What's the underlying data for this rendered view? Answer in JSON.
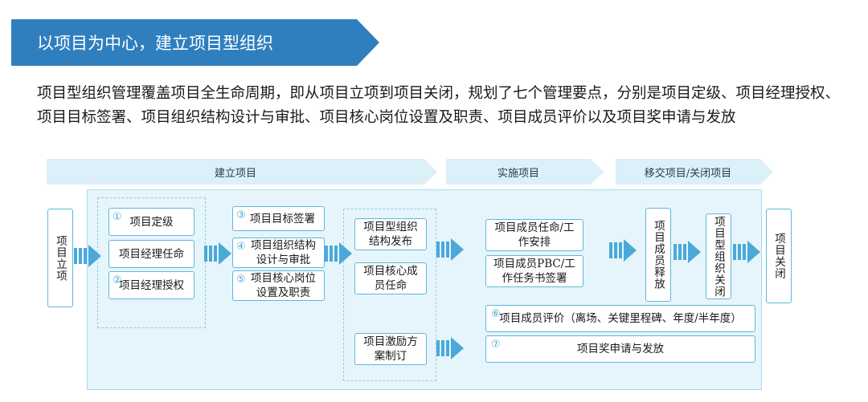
{
  "header": {
    "title": "以项目为中心，建立项目型组织",
    "colors": {
      "banner": "#2f7fbf",
      "accent": "#4aa9d8",
      "panel": "#e6f5fb"
    }
  },
  "intro": {
    "text": "项目型组织管理覆盖项目全生命周期，即从项目立项到项目关闭，规划了七个管理要点，分别是项目定级、项目经理授权、项目目标签署、项目组织结构设计与审批、项目核心岗位设置及职责、项目成员评价以及项目奖申请与发放"
  },
  "phases": [
    {
      "label": "建立项目"
    },
    {
      "label": "实施项目"
    },
    {
      "label": "移交项目/关闭项目"
    }
  ],
  "flow": {
    "start": "项目立项",
    "group1": {
      "definition": {
        "num": "①",
        "label": "项目定级"
      },
      "appoint_pm": {
        "label": "项目经理任命"
      },
      "pm_auth": {
        "num": "②",
        "label": "项目经理授权"
      }
    },
    "group2": {
      "goal_sign": {
        "num": "③",
        "label": "项目目标签署"
      },
      "org_design": {
        "num": "④",
        "label": "项目组织结构设计与审批"
      },
      "core_roles": {
        "num": "⑤",
        "label": "项目核心岗位设置及职责"
      }
    },
    "group3": {
      "org_publish": {
        "label": "项目型组织结构发布"
      },
      "core_appoint": {
        "label": "项目核心成员任命"
      },
      "incentive": {
        "label": "项目激励方案制订"
      }
    },
    "implement": {
      "member_assign": {
        "label": "项目成员任命/工作安排"
      },
      "pbc_sign": {
        "label": "项目成员PBC/工作任务书签署"
      }
    },
    "member_release": "项目成员释放",
    "org_close": "项目型组织关闭",
    "end": "项目关闭",
    "evaluation": {
      "num": "⑥",
      "label": "项目成员评价（离场、关键里程碑、年度/半年度）"
    },
    "bonus": {
      "num": "⑦",
      "label": "项目奖申请与发放"
    }
  }
}
